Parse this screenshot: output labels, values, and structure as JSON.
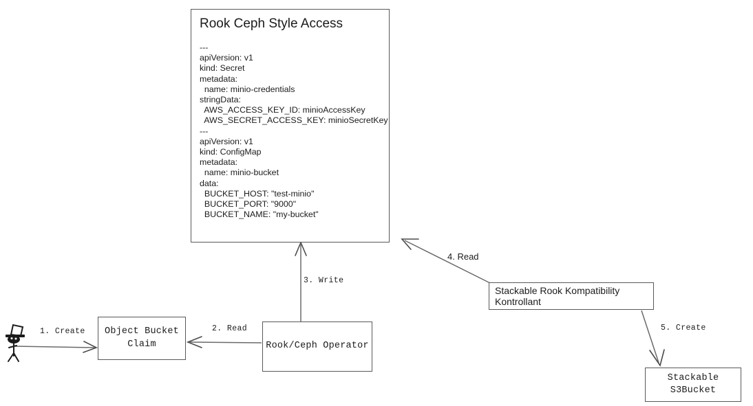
{
  "diagram": {
    "title_node": {
      "heading": "Rook Ceph Style Access",
      "yaml": "---\napiVersion: v1\nkind: Secret\nmetadata:\n  name: minio-credentials\nstringData:\n  AWS_ACCESS_KEY_ID: minioAccessKey\n  AWS_SECRET_ACCESS_KEY: minioSecretKey\n---\napiVersion: v1\nkind: ConfigMap\nmetadata:\n  name: minio-bucket\ndata:\n  BUCKET_HOST: \"test-minio\"\n  BUCKET_PORT: \"9000\"\n  BUCKET_NAME: \"my-bucket\""
    },
    "nodes": {
      "actor": "user-actor-stick-figure",
      "object_bucket_claim": "Object Bucket\nClaim",
      "rook_ceph_operator": "Rook/Ceph Operator",
      "kontrollant": "Stackable Rook Kompatibility Kontrollant",
      "s3bucket": "Stackable S3Bucket"
    },
    "edges": [
      {
        "id": "edge-1",
        "label": "1. Create",
        "from": "actor",
        "to": "object-bucket-claim"
      },
      {
        "id": "edge-2",
        "label": "2. Read",
        "from": "rook-ceph-operator",
        "to": "object-bucket-claim"
      },
      {
        "id": "edge-3",
        "label": "3. Write",
        "from": "rook-ceph-operator",
        "to": "rook-ceph-style-access"
      },
      {
        "id": "edge-4",
        "label": "4. Read",
        "from": "kontrollant",
        "to": "rook-ceph-style-access"
      },
      {
        "id": "edge-5",
        "label": "5. Create",
        "from": "kontrollant",
        "to": "s3bucket"
      }
    ],
    "colors": {
      "node_border": "#58585a",
      "edge_line": "#6a6a6c",
      "text": "#1b1b1b",
      "background": "#ffffff"
    }
  }
}
